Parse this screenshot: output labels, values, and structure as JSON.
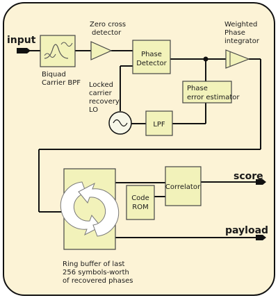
{
  "colors": {
    "panel_fill": "#fcf3d6",
    "panel_stroke": "#111111",
    "block_fill": "#f2f2ba",
    "block_stroke": "#444444",
    "wire": "#111111"
  },
  "labels": {
    "input": "input",
    "score": "score",
    "payload": "payload",
    "zero_cross": [
      "Zero cross",
      "detector"
    ],
    "weighted_phase": [
      "Weighted",
      "Phase",
      "integrator"
    ],
    "biquad": [
      "Biquad",
      "Carrier BPF"
    ],
    "phase_detector": [
      "Phase",
      "Detector"
    ],
    "phase_error": [
      "Phase",
      "error estimator"
    ],
    "locked_lo": [
      "Locked",
      "carrier",
      "recovery",
      "LO"
    ],
    "lpf": "LPF",
    "correlator": "Correlator",
    "code_rom": [
      "Code",
      "ROM"
    ],
    "ring_buffer": [
      "Ring buffer of last",
      "256 symbols-worth",
      "of recovered phases"
    ]
  },
  "icons": {
    "bpf": "bandpass-filter-icon",
    "comparator": "triangle-amplifier-icon",
    "integrator": "triangle-integrator-icon",
    "oscillator": "sine-oscillator-icon",
    "ring": "circular-arrows-icon",
    "arrowhead": "arrow-terminal-icon"
  }
}
